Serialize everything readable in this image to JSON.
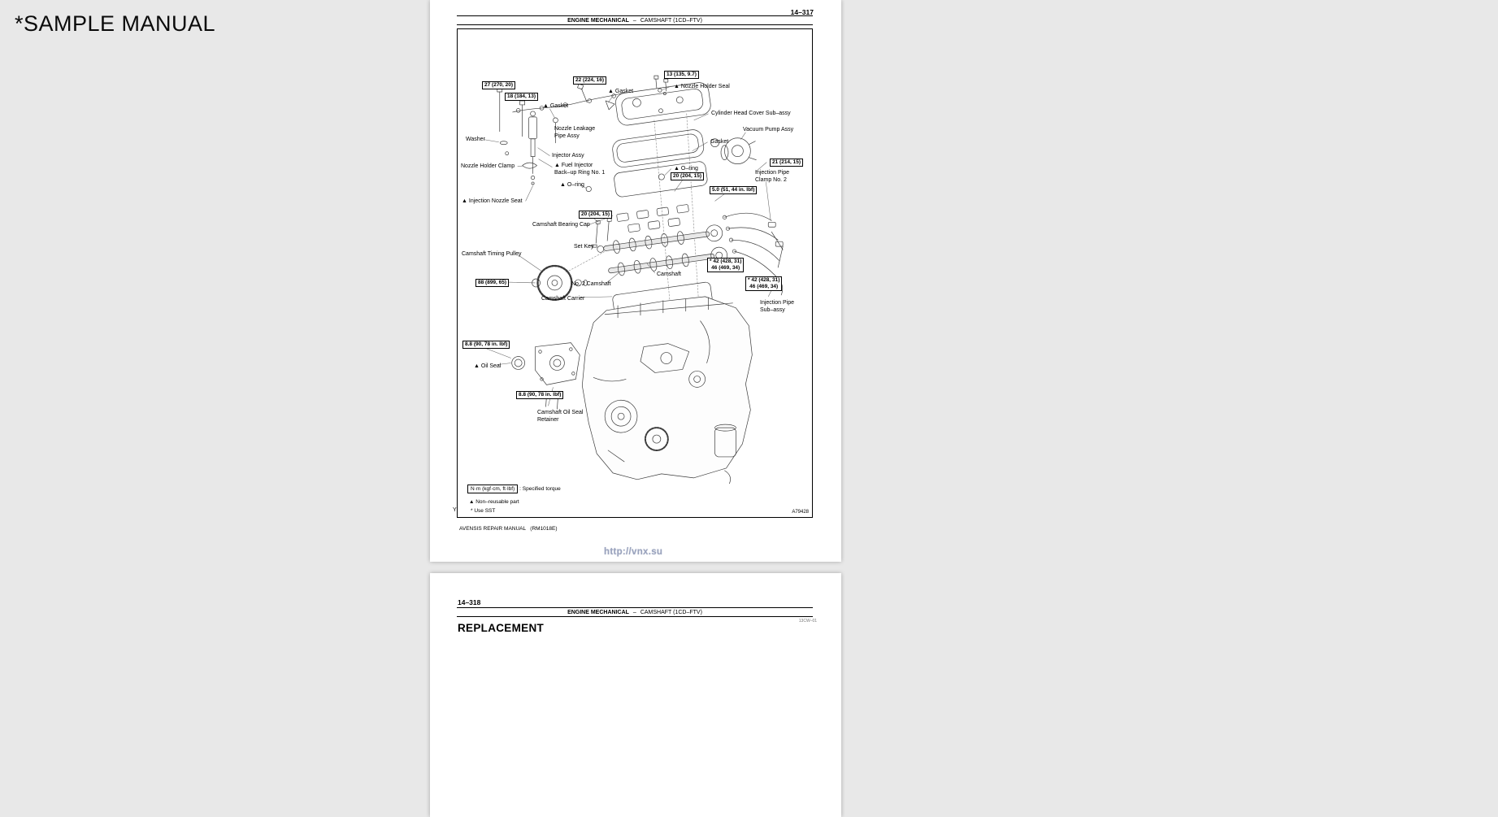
{
  "overlay": {
    "sample_label": "*SAMPLE MANUAL",
    "stray_dot": "."
  },
  "page1": {
    "page_number": "14–317",
    "header": {
      "section": "ENGINE MECHANICAL",
      "separator": "–",
      "topic": "CAMSHAFT (1CD–FTV)"
    },
    "figure": {
      "torque": [
        {
          "text": "27 (270, 20)"
        },
        {
          "text": "18 (184, 13)"
        },
        {
          "text": "22 (224, 16)"
        },
        {
          "text": "13 (135, 9.7)"
        },
        {
          "text": "21 (214, 15)"
        },
        {
          "text": "20 (204, 15)"
        },
        {
          "text": "5.0 (51, 44 in. lbf)"
        },
        {
          "text": "20 (204, 15)"
        },
        {
          "text": "88 (899, 65)"
        },
        {
          "text": "* 42 (428, 31)\n46 (469, 34)"
        },
        {
          "text": "* 42 (428, 31)\n46 (469, 34)"
        },
        {
          "text": "8.8 (90, 78 in. lbf)"
        },
        {
          "text": "8.8 (90, 78 in. lbf)"
        }
      ],
      "parts": [
        {
          "text": "▲ Nozzle Holder Seal"
        },
        {
          "text": "▲ Gasket"
        },
        {
          "text": "▲ Gasket"
        },
        {
          "text": "Cylinder Head Cover Sub–assy"
        },
        {
          "text": "Vacuum Pump Assy"
        },
        {
          "text": "Nozzle Leakage\nPipe Assy"
        },
        {
          "text": "Washer"
        },
        {
          "text": "Gasket"
        },
        {
          "text": "Injector Assy"
        },
        {
          "text": "Nozzle Holder Clamp"
        },
        {
          "text": "▲ Fuel Injector\nBack–up Ring No. 1"
        },
        {
          "text": "▲ O–ring"
        },
        {
          "text": "Injection Pipe\nClamp No. 2"
        },
        {
          "text": "▲ O–ring"
        },
        {
          "text": "▲ Injection Nozzle Seat"
        },
        {
          "text": "Camshaft Bearing Cap"
        },
        {
          "text": "Set Key"
        },
        {
          "text": "Camshaft Timing Pulley"
        },
        {
          "text": "Camshaft"
        },
        {
          "text": "No. 2 Camshaft"
        },
        {
          "text": "Camshaft Carrier"
        },
        {
          "text": "Injection Pipe\nSub–assy"
        },
        {
          "text": "▲ Oil Seal"
        },
        {
          "text": "Camshaft Oil Seal\nRetainer"
        }
      ],
      "legend": {
        "torque_unit": "N·m (kgf·cm, ft·lbf)",
        "torque_desc": ": Specified torque",
        "non_reusable": "▲ Non–reusable part",
        "sst": "* Use SST"
      },
      "figure_code": "A79428"
    },
    "corner_mark": "Y",
    "footer": "AVENSIS REPAIR MANUAL   (RM1018E)",
    "watermark": "http://vnx.su"
  },
  "page2": {
    "page_number": "14–318",
    "header": {
      "section": "ENGINE MECHANICAL",
      "separator": "–",
      "topic": "CAMSHAFT (1CD–FTV)"
    },
    "section_code": "13CW–01",
    "title": "REPLACEMENT"
  }
}
